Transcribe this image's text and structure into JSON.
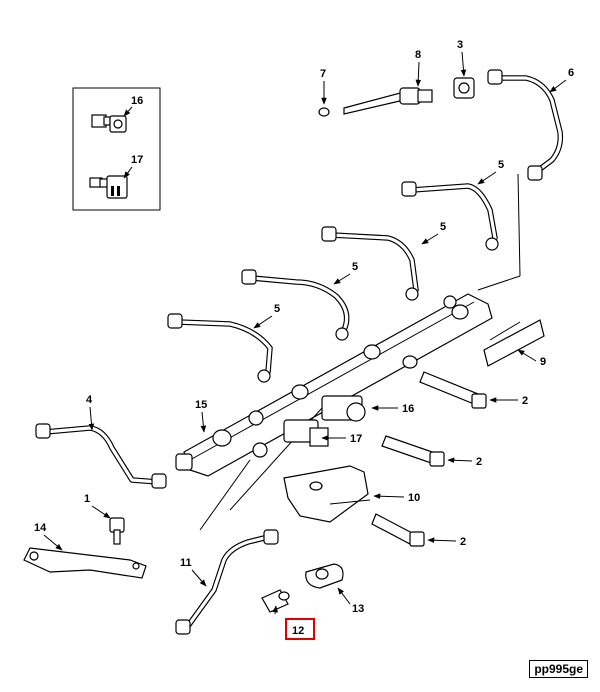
{
  "diagram": {
    "reference_code": "pp995ge",
    "highlighted_callout": "12",
    "highlight_color": "#e00000",
    "callouts": {
      "c1": "1",
      "c2a": "2",
      "c2b": "2",
      "c2c": "2",
      "c3": "3",
      "c4": "4",
      "c5a": "5",
      "c5b": "5",
      "c5c": "5",
      "c5d": "5",
      "c6": "6",
      "c7": "7",
      "c8": "8",
      "c9": "9",
      "c10": "10",
      "c11": "11",
      "c12": "12",
      "c13": "13",
      "c14": "14",
      "c15": "15",
      "c16": "16",
      "c17": "17",
      "inset16": "16",
      "inset17": "17"
    }
  }
}
